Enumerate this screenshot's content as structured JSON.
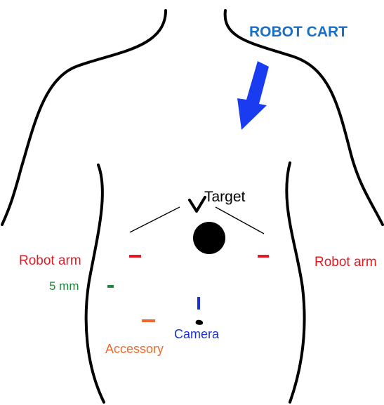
{
  "labels": {
    "robot_cart": "ROBOT CART",
    "target": "Target",
    "robot_arm_left": "Robot arm",
    "robot_arm_right": "Robot arm",
    "five_mm": "5 mm",
    "camera": "Camera",
    "accessory": "Accessory"
  },
  "colors": {
    "outline": "#000000",
    "robot_cart": "#1a6fc4",
    "arrow": "#1a3cf0",
    "robot_arm": "#e01b24",
    "five_mm": "#1e8a3c",
    "camera": "#1a2fd6",
    "accessory": "#ee6a2c",
    "target": "#000000"
  },
  "icons": {
    "arrow": "arrow-down-left-icon",
    "target_marker": "chevron-v-icon"
  }
}
